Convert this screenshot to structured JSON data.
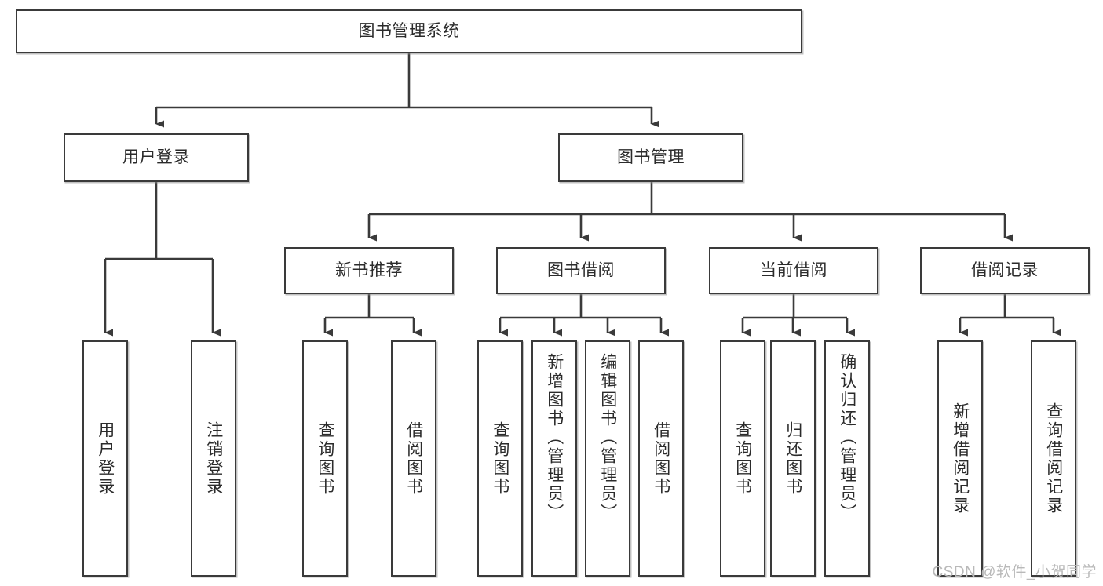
{
  "diagram": {
    "title": "图书管理系统",
    "watermark": "CSDN @软件_小贺同学",
    "root": {
      "label": "图书管理系统"
    },
    "level2": [
      {
        "id": "user-login",
        "label": "用户登录"
      },
      {
        "id": "book-management",
        "label": "图书管理"
      }
    ],
    "level3": [
      {
        "id": "new-book-recommend",
        "label": "新书推荐"
      },
      {
        "id": "book-borrow",
        "label": "图书借阅"
      },
      {
        "id": "current-borrow",
        "label": "当前借阅"
      },
      {
        "id": "borrow-record",
        "label": "借阅记录"
      }
    ],
    "leaves": {
      "user_login": [
        {
          "id": "leaf-user-login",
          "label": "用户登录"
        },
        {
          "id": "leaf-logout-login",
          "label": "注销登录"
        }
      ],
      "new_book_recommend": [
        {
          "id": "leaf-query-book-1",
          "label": "查询图书"
        },
        {
          "id": "leaf-borrow-book-1",
          "label": "借阅图书"
        }
      ],
      "book_borrow": [
        {
          "id": "leaf-query-book-2",
          "label": "查询图书"
        },
        {
          "id": "leaf-add-book",
          "label": "新增图书（管理员）"
        },
        {
          "id": "leaf-edit-book",
          "label": "编辑图书（管理员）"
        },
        {
          "id": "leaf-borrow-book-2",
          "label": "借阅图书"
        }
      ],
      "current_borrow": [
        {
          "id": "leaf-query-book-3",
          "label": "查询图书"
        },
        {
          "id": "leaf-return-book",
          "label": "归还图书"
        },
        {
          "id": "leaf-confirm-return",
          "label": "确认归还（管理员）"
        }
      ],
      "borrow_record": [
        {
          "id": "leaf-add-borrow-record",
          "label": "新增借阅记录"
        },
        {
          "id": "leaf-query-borrow-record",
          "label": "查询借阅记录"
        }
      ]
    },
    "colors": {
      "stroke": "#3a3a3a",
      "fill": "#ffffff",
      "text": "#2b2b2b",
      "watermark": "#b9b9b9"
    }
  }
}
